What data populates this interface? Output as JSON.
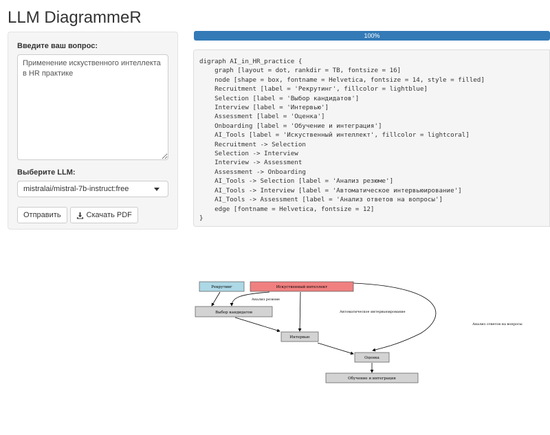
{
  "app": {
    "title": "LLM DiagrammeR"
  },
  "sidebar": {
    "question_label": "Введите ваш вопрос:",
    "question_value": "Применение искуственного интеллекта в HR практике",
    "llm_label": "Выберите LLM:",
    "llm_selected": "mistralai/mistral-7b-instruct:free",
    "send_button": "Отправить",
    "download_button": "Скачать PDF"
  },
  "progress": {
    "value": 100,
    "label": "100%"
  },
  "code": {
    "lines": [
      "digraph AI_in_HR_practice {",
      "    graph [layout = dot, rankdir = TB, fontsize = 16]",
      "    node [shape = box, fontname = Helvetica, fontsize = 14, style = filled]",
      "    Recruitment [label = 'Рекрутинг', fillcolor = lightblue]",
      "    Selection [label = 'Выбор кандидатов']",
      "    Interview [label = 'Интервью']",
      "    Assessment [label = 'Оценка']",
      "    Onboarding [label = 'Обучение и интеграция']",
      "    AI_Tools [label = 'Искуственный интеллект', fillcolor = lightcoral]",
      "    Recruitment -> Selection",
      "    Selection -> Interview",
      "    Interview -> Assessment",
      "    Assessment -> Onboarding",
      "    AI_Tools -> Selection [label = 'Анализ резюме']",
      "    AI_Tools -> Interview [label = 'Автоматическое интервьюирование']",
      "    AI_Tools -> Assessment [label = 'Анализ ответов на вопросы']",
      "    edge [fontname = Helvetica, fontsize = 12]",
      "}"
    ]
  },
  "diagram": {
    "nodes": {
      "recruitment": "Рекрутинг",
      "ai_tools": "Искуственный интеллект",
      "selection": "Выбор кандидатов",
      "interview": "Интервью",
      "assessment": "Оценка",
      "onboarding": "Обучение и интеграция"
    },
    "edge_labels": {
      "resume": "Анализ резюме",
      "auto_interview": "Автоматическое интервьюирование",
      "answers": "Анализ ответов на вопросы"
    },
    "colors": {
      "recruitment_fill": "#add8e6",
      "ai_tools_fill": "#f08080",
      "node_fill": "#d3d3d3"
    }
  }
}
